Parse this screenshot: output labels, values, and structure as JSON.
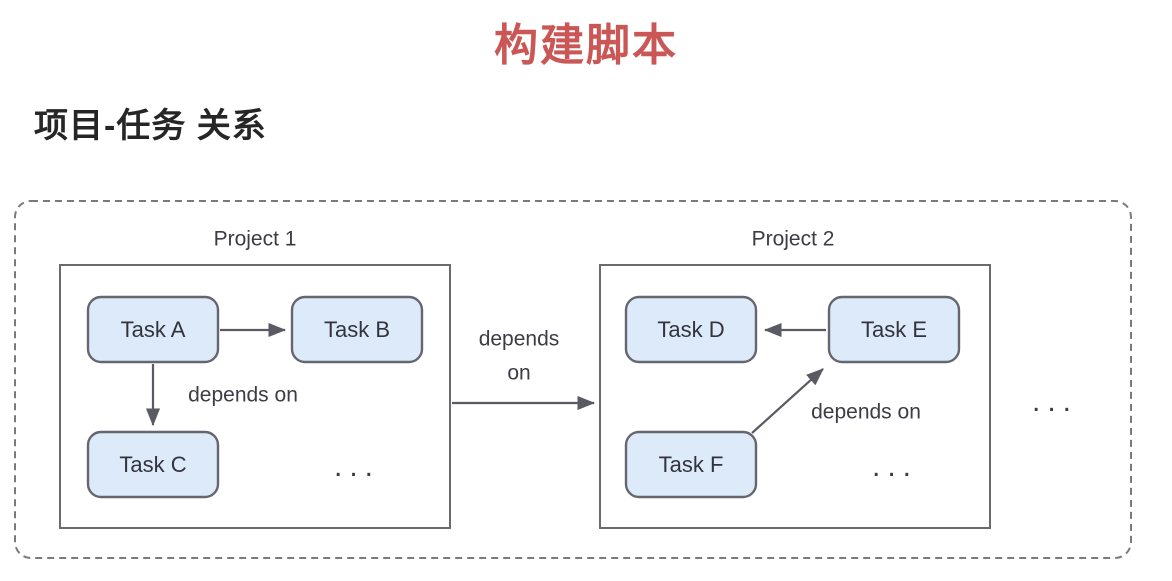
{
  "slide": {
    "title": "构建脚本",
    "subtitle": "项目-任务 关系",
    "title_color": "#cb5656",
    "subtitle_color": "#262626"
  },
  "diagram": {
    "type": "dependency-graph",
    "outer_container": {
      "border_style": "dashed",
      "border_color": "#7a7a7a"
    },
    "task_fill_color": "#dceafa",
    "task_border_color": "#66666e",
    "edge_color": "#5a5a62",
    "projects": [
      {
        "id": "project-1",
        "label": "Project 1",
        "tasks": [
          {
            "id": "task-a",
            "label": "Task A"
          },
          {
            "id": "task-b",
            "label": "Task B"
          },
          {
            "id": "task-c",
            "label": "Task C"
          }
        ],
        "ellipsis": "...",
        "edges": [
          {
            "from": "Task A",
            "to": "Task B",
            "label": ""
          },
          {
            "from": "Task A",
            "to": "Task C",
            "label": "depends on"
          }
        ]
      },
      {
        "id": "project-2",
        "label": "Project 2",
        "tasks": [
          {
            "id": "task-d",
            "label": "Task D"
          },
          {
            "id": "task-e",
            "label": "Task E"
          },
          {
            "id": "task-f",
            "label": "Task F"
          }
        ],
        "ellipsis": "...",
        "edges": [
          {
            "from": "Task E",
            "to": "Task D",
            "label": ""
          },
          {
            "from": "Task F",
            "to": "Task E",
            "label": "depends on"
          }
        ]
      }
    ],
    "cross_project_edge": {
      "from": "Project 1",
      "to": "Project 2",
      "label_line1": "depends",
      "label_line2": "on"
    },
    "trailing_ellipsis": "..."
  }
}
